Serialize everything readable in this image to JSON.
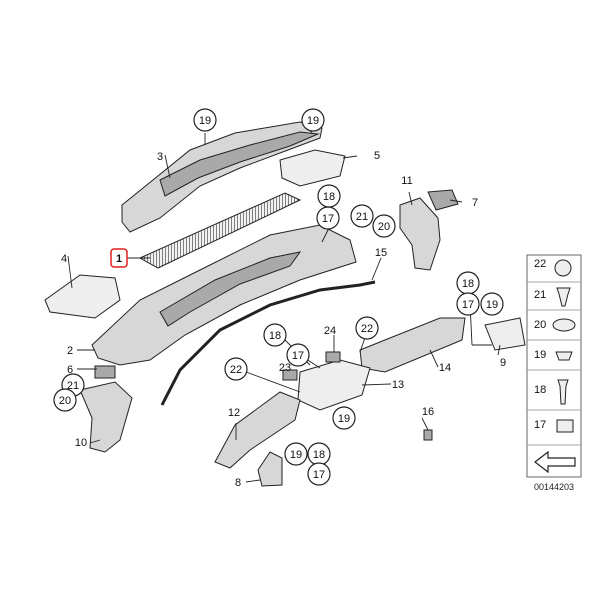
{
  "callouts": {
    "c1": "1",
    "c2": "2",
    "c3": "3",
    "c4": "4",
    "c5": "5",
    "c6": "6",
    "c7": "7",
    "c8": "8",
    "c9": "9",
    "c10": "10",
    "c11": "11",
    "c12": "12",
    "c13": "13",
    "c14": "14",
    "c15": "15",
    "c16": "16",
    "c17a": "17",
    "c17b": "17",
    "c17c": "17",
    "c17d": "17",
    "c18a": "18",
    "c18b": "18",
    "c18c": "18",
    "c18d": "18",
    "c19a": "19",
    "c19b": "19",
    "c19c": "19",
    "c19d": "19",
    "c19e": "19",
    "c20a": "20",
    "c20b": "20",
    "c21a": "21",
    "c21b": "21",
    "c22a": "22",
    "c22b": "22",
    "c23": "23",
    "c24": "24"
  },
  "legend": {
    "items": [
      "22",
      "21",
      "20",
      "19",
      "18",
      "17"
    ]
  },
  "catalog_number": "00144203",
  "colors": {
    "highlight": "#e0201c",
    "line": "#222222",
    "part_fill": "#d7d7d7"
  }
}
